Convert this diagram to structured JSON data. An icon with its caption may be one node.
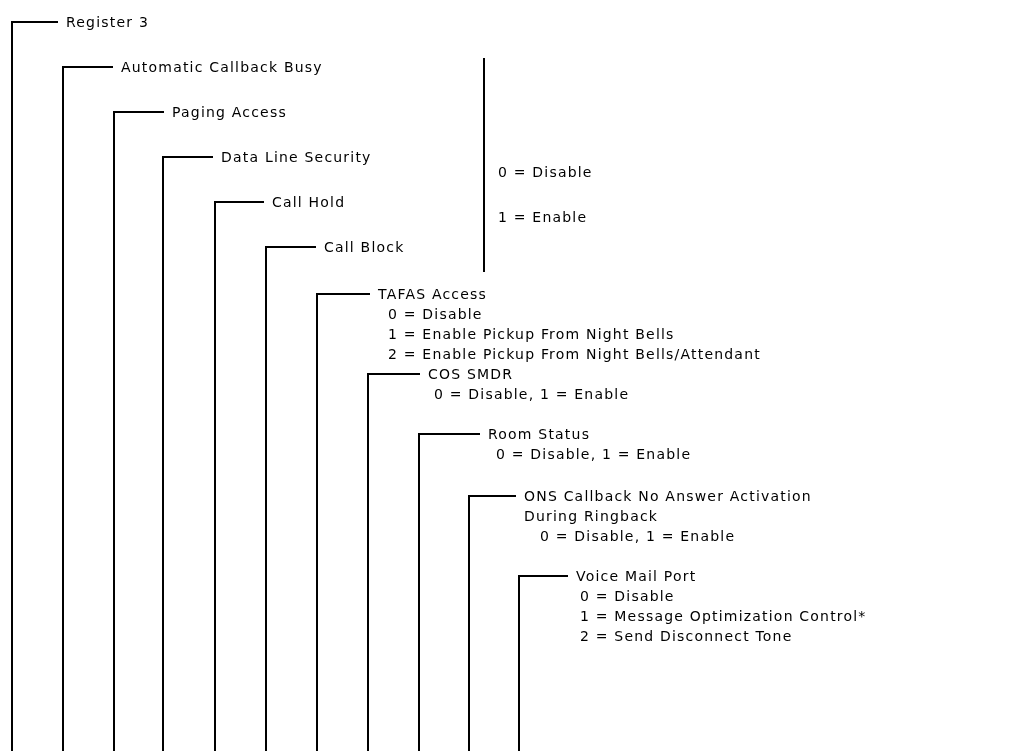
{
  "diagram": {
    "nodes": [
      {
        "text": [
          "Register 3"
        ]
      },
      {
        "text": [
          "Automatic Callback Busy"
        ]
      },
      {
        "text": [
          "Paging Access"
        ]
      },
      {
        "text": [
          "Data Line Security"
        ]
      },
      {
        "text": [
          "Call Hold"
        ]
      },
      {
        "text": [
          "Call Block"
        ]
      },
      {
        "text": [
          "TAFAS Access",
          "0 = Disable",
          "1 = Enable Pickup From Night Bells",
          "2 = Enable Pickup From Night Bells/Attendant"
        ]
      },
      {
        "text": [
          "COS SMDR",
          "0 = Disable, 1 = Enable"
        ]
      },
      {
        "text": [
          "Room Status",
          "0 = Disable, 1 = Enable"
        ]
      },
      {
        "text": [
          "ONS Callback No Answer Activation During Ringback",
          "0 = Disable, 1 = Enable"
        ]
      },
      {
        "text": [
          "Voice Mail Port",
          "0 = Disable",
          "1 = Message Optimization Control*",
          "2 = Send Disconnect Tone"
        ]
      }
    ],
    "edges": [
      {
        "from": 0,
        "to": null,
        "arrow": "none"
      },
      {
        "from": 1,
        "to": null,
        "arrow": "none"
      },
      {
        "from": 2,
        "to": null,
        "arrow": "none"
      },
      {
        "from": 3,
        "to": null,
        "arrow": "none"
      },
      {
        "from": 4,
        "to": null,
        "arrow": "none"
      },
      {
        "from": 5,
        "to": null,
        "arrow": "none"
      },
      {
        "from": 6,
        "to": null,
        "arrow": "none"
      },
      {
        "from": 7,
        "to": null,
        "arrow": "none"
      },
      {
        "from": 8,
        "to": null,
        "arrow": "none"
      },
      {
        "from": 9,
        "to": null,
        "arrow": "none"
      },
      {
        "from": 10,
        "to": null,
        "arrow": "none"
      }
    ],
    "labels": [
      "0 = Disable",
      "1 = Enable"
    ]
  }
}
